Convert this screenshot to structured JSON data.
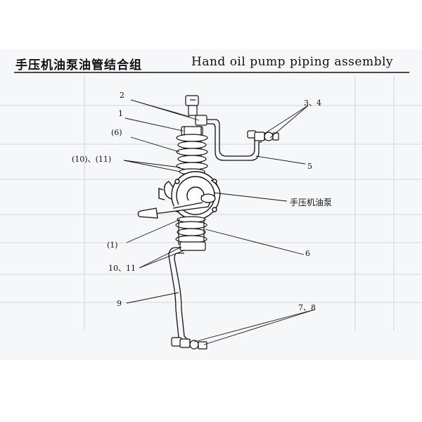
{
  "title": {
    "chinese": "手压机油泵油管结合组",
    "english": "Hand oil pump piping assembly"
  },
  "callouts": [
    {
      "id": "c2",
      "text": "2"
    },
    {
      "id": "c1",
      "text": "1"
    },
    {
      "id": "c6p",
      "text": "(6)"
    },
    {
      "id": "c1011p",
      "text": "(10)、(11)"
    },
    {
      "id": "c34",
      "text": "3、4"
    },
    {
      "id": "c5",
      "text": "5"
    },
    {
      "id": "cpump",
      "text": "手压机油泵"
    },
    {
      "id": "c1p",
      "text": "(1)"
    },
    {
      "id": "c6",
      "text": "6"
    },
    {
      "id": "c1011",
      "text": "10、11"
    },
    {
      "id": "c9",
      "text": "9"
    },
    {
      "id": "c78",
      "text": "7、8"
    }
  ],
  "colors": {
    "ink": "#111111",
    "paper": "#ffffff",
    "sheet": "#f6f7f8"
  }
}
